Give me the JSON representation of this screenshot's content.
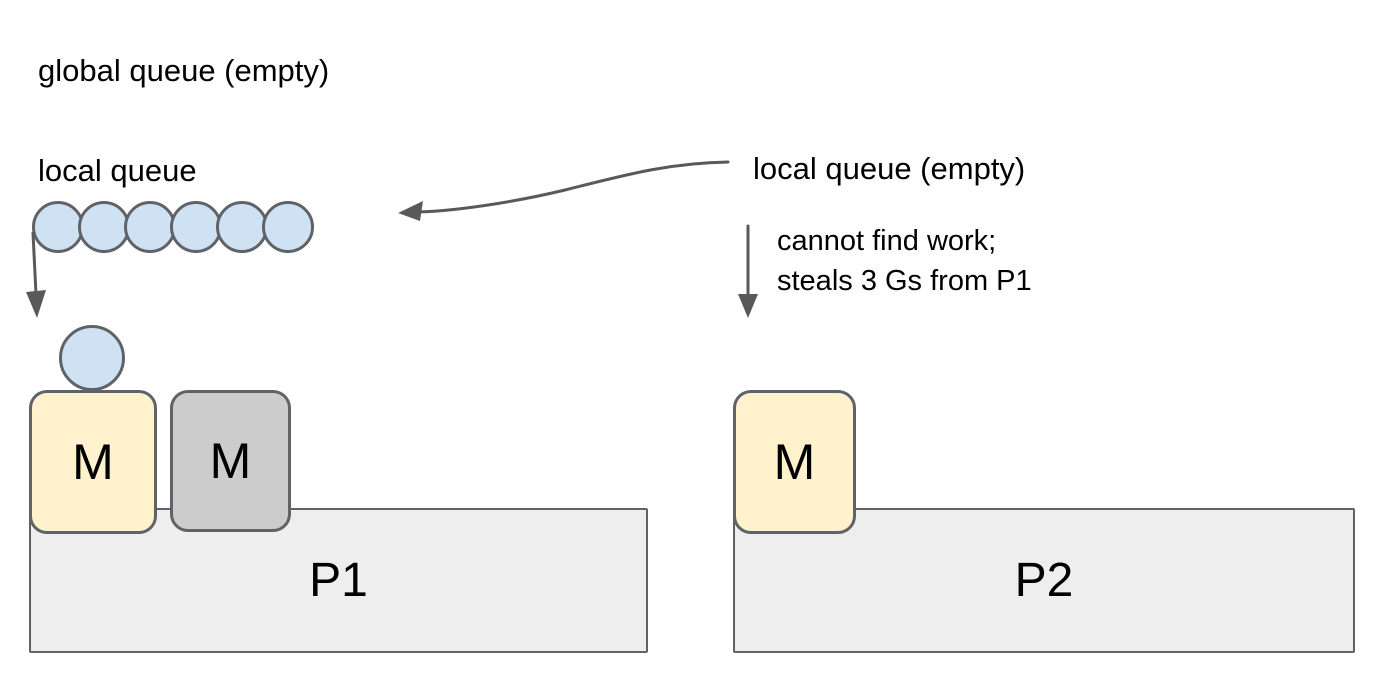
{
  "colors": {
    "background": "#ffffff",
    "text": "#000000",
    "shape_stroke": "#5f6368",
    "arrow": "#595959",
    "goroutine_fill": "#cfe2f3",
    "machine_active_fill": "#fff2cc",
    "machine_idle_fill": "#cccccc",
    "processor_fill": "#eeeeee"
  },
  "global_queue": {
    "label": "global queue (empty)"
  },
  "p1_group": {
    "local_queue": {
      "label": "local queue",
      "goroutine_count": 6
    },
    "machines": [
      {
        "label": "M"
      },
      {
        "label": "M"
      }
    ],
    "processor": {
      "label": "P1"
    }
  },
  "p2_group": {
    "local_queue": {
      "label": "local queue (empty)"
    },
    "annotation": {
      "line1": "cannot find work;",
      "line2": "steals 3 Gs from P1"
    },
    "machines": [
      {
        "label": "M"
      }
    ],
    "processor": {
      "label": "P2"
    }
  }
}
